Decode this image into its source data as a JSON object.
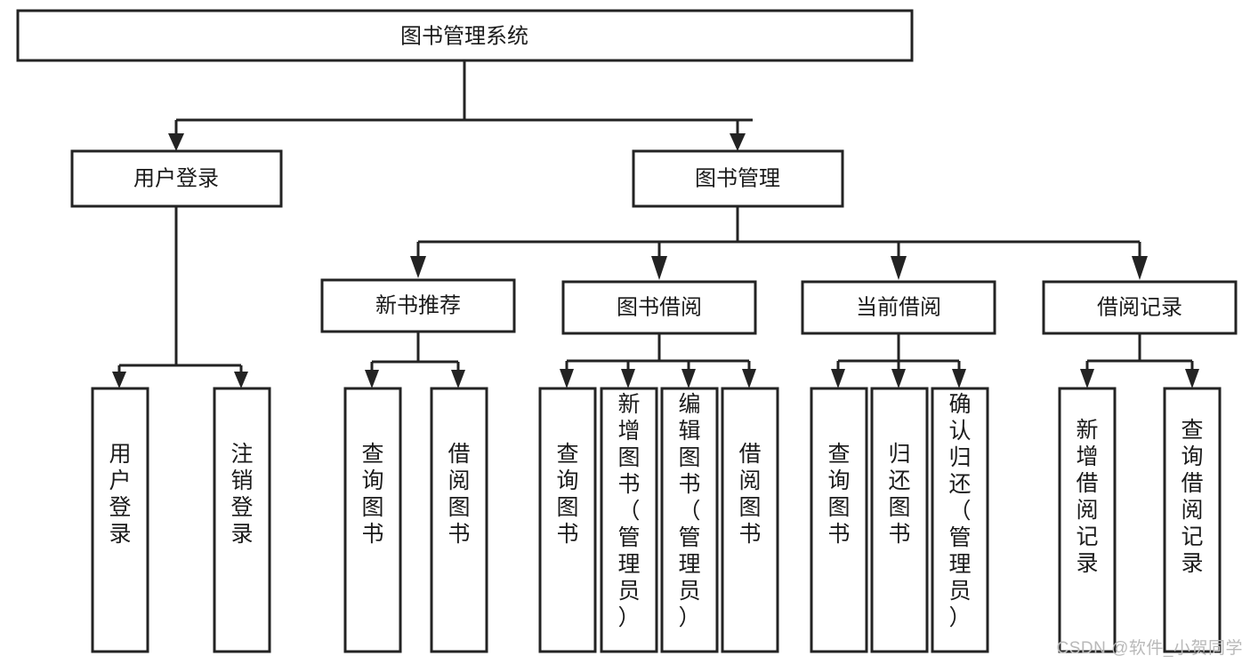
{
  "diagram": {
    "type": "tree-flowchart",
    "title": "图书管理系统",
    "watermark": "CSDN @软件_小贺同学",
    "colors": {
      "stroke": "#232323",
      "box_fill": "#ffffff",
      "text": "#1b1b1b",
      "background": "#ffffff",
      "watermark": "#b9b9b9"
    },
    "levels": {
      "root": "图书管理系统",
      "level2": [
        "用户登录",
        "图书管理"
      ],
      "level3": [
        "新书推荐",
        "图书借阅",
        "当前借阅",
        "借阅记录"
      ]
    },
    "nodes": {
      "root": {
        "label": "图书管理系统",
        "orientation": "horizontal"
      },
      "user_login": {
        "label": "用户登录",
        "orientation": "horizontal"
      },
      "book_mgmt": {
        "label": "图书管理",
        "orientation": "horizontal"
      },
      "new_book_rec": {
        "label": "新书推荐",
        "orientation": "horizontal"
      },
      "book_borrow": {
        "label": "图书借阅",
        "orientation": "horizontal"
      },
      "current_borrow": {
        "label": "当前借阅",
        "orientation": "horizontal"
      },
      "borrow_record": {
        "label": "借阅记录",
        "orientation": "horizontal"
      },
      "leaf_1": {
        "label": "用户登录",
        "orientation": "vertical"
      },
      "leaf_2": {
        "label": "注销登录",
        "orientation": "vertical"
      },
      "leaf_3": {
        "label": "查询图书",
        "orientation": "vertical"
      },
      "leaf_4": {
        "label": "借阅图书",
        "orientation": "vertical"
      },
      "leaf_5": {
        "label": "查询图书",
        "orientation": "vertical"
      },
      "leaf_6": {
        "label": "新增图书（管理员）",
        "orientation": "vertical"
      },
      "leaf_7": {
        "label": "编辑图书（管理员）",
        "orientation": "vertical"
      },
      "leaf_8": {
        "label": "借阅图书",
        "orientation": "vertical"
      },
      "leaf_9": {
        "label": "查询图书",
        "orientation": "vertical"
      },
      "leaf_10": {
        "label": "归还图书",
        "orientation": "vertical"
      },
      "leaf_11": {
        "label": "确认归还（管理员）",
        "orientation": "vertical"
      },
      "leaf_12": {
        "label": "新增借阅记录",
        "orientation": "vertical"
      },
      "leaf_13": {
        "label": "查询借阅记录",
        "orientation": "vertical"
      }
    },
    "edges": [
      {
        "from": "root",
        "to": "user_login"
      },
      {
        "from": "root",
        "to": "book_mgmt"
      },
      {
        "from": "user_login",
        "to": "leaf_1"
      },
      {
        "from": "user_login",
        "to": "leaf_2"
      },
      {
        "from": "book_mgmt",
        "to": "new_book_rec"
      },
      {
        "from": "book_mgmt",
        "to": "book_borrow"
      },
      {
        "from": "book_mgmt",
        "to": "current_borrow"
      },
      {
        "from": "book_mgmt",
        "to": "borrow_record"
      },
      {
        "from": "new_book_rec",
        "to": "leaf_3"
      },
      {
        "from": "new_book_rec",
        "to": "leaf_4"
      },
      {
        "from": "book_borrow",
        "to": "leaf_5"
      },
      {
        "from": "book_borrow",
        "to": "leaf_6"
      },
      {
        "from": "book_borrow",
        "to": "leaf_7"
      },
      {
        "from": "book_borrow",
        "to": "leaf_8"
      },
      {
        "from": "current_borrow",
        "to": "leaf_9"
      },
      {
        "from": "current_borrow",
        "to": "leaf_10"
      },
      {
        "from": "current_borrow",
        "to": "leaf_11"
      },
      {
        "from": "borrow_record",
        "to": "leaf_12"
      },
      {
        "from": "borrow_record",
        "to": "leaf_13"
      }
    ]
  }
}
